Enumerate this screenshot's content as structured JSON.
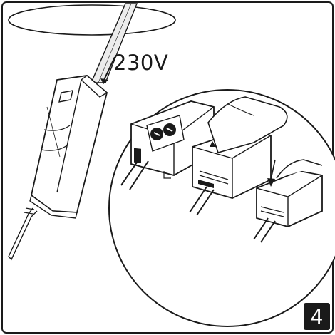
{
  "diagram": {
    "voltage_label": "230V",
    "step_number": "4",
    "colors": {
      "line": "#1a1a1a",
      "fill": "#ffffff",
      "cable_shade": "#e8e8e8",
      "badge": "#1a1a1a"
    },
    "parts": [
      "power-cable",
      "power-supply-unit",
      "terminal-connector",
      "current-clamp",
      "second-clamp",
      "finger",
      "insert-arrow"
    ]
  }
}
